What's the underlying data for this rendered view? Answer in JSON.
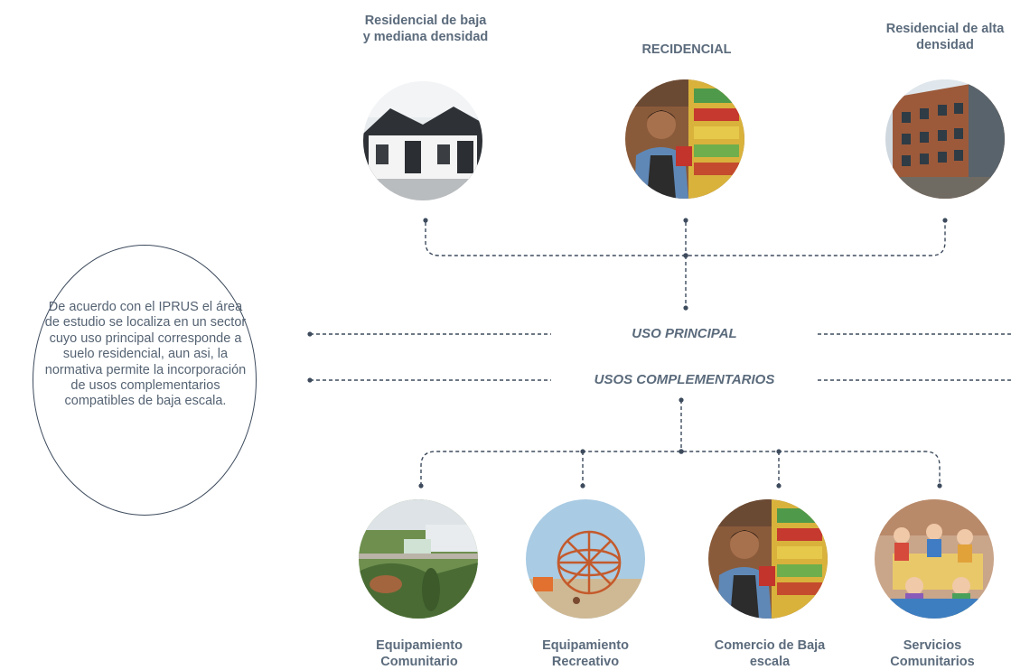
{
  "top_items": [
    {
      "label": "Residencial de baja y mediana densidad",
      "image": "townhouses-photo"
    },
    {
      "label": "RECIDENCIAL",
      "image": "shopkeeper-photo"
    },
    {
      "label": "Residencial de alta densidad",
      "image": "apartment-building-photo"
    }
  ],
  "sections": {
    "primary": "USO PRINCIPAL",
    "complementary": "USOS COMPLEMENTARIOS"
  },
  "note": "De acuerdo con el IPRUS el área de estudio se localiza en un sector cuyo uso principal corresponde a suelo residencial, aun asi, la normativa permite la incorporación de usos complementarios compatibles de baja escala.",
  "bottom_items": [
    {
      "label": "Equipamiento Comunitario",
      "image": "park-aerial-photo"
    },
    {
      "label": "Equipamiento Recreativo",
      "image": "playground-photo"
    },
    {
      "label": "Comercio de Baja escala",
      "image": "shopkeeper-photo"
    },
    {
      "label": "Servicios Comunitarios",
      "image": "classroom-photo"
    }
  ],
  "colors": {
    "text": "#5b6b7c",
    "line": "#3d4b5d"
  }
}
